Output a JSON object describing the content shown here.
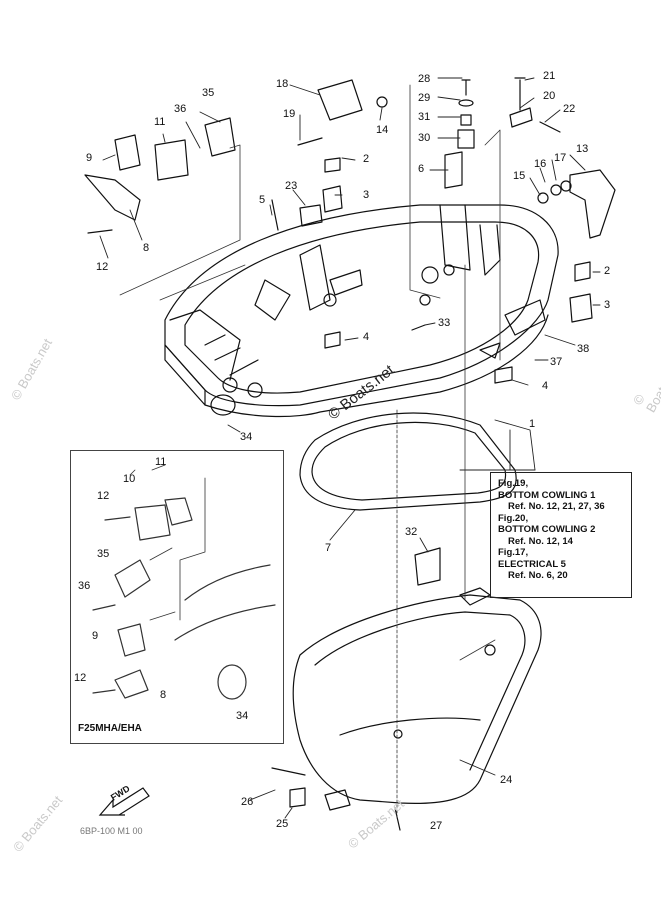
{
  "callouts": [
    {
      "n": "28"
    },
    {
      "n": "29"
    },
    {
      "n": "31"
    },
    {
      "n": "30"
    },
    {
      "n": "21"
    },
    {
      "n": "20"
    },
    {
      "n": "22"
    },
    {
      "n": "18"
    },
    {
      "n": "19"
    },
    {
      "n": "14"
    },
    {
      "n": "35"
    },
    {
      "n": "36"
    },
    {
      "n": "11"
    },
    {
      "n": "9"
    },
    {
      "n": "8"
    },
    {
      "n": "12"
    },
    {
      "n": "2"
    },
    {
      "n": "3"
    },
    {
      "n": "23"
    },
    {
      "n": "5"
    },
    {
      "n": "6"
    },
    {
      "n": "13"
    },
    {
      "n": "17"
    },
    {
      "n": "16"
    },
    {
      "n": "15"
    },
    {
      "n": "2"
    },
    {
      "n": "3"
    },
    {
      "n": "38"
    },
    {
      "n": "37"
    },
    {
      "n": "4"
    },
    {
      "n": "33"
    },
    {
      "n": "4"
    },
    {
      "n": "34"
    },
    {
      "n": "1"
    },
    {
      "n": "7"
    },
    {
      "n": "32"
    },
    {
      "n": "24"
    },
    {
      "n": "26"
    },
    {
      "n": "25"
    },
    {
      "n": "27"
    },
    {
      "n": "11"
    },
    {
      "n": "10"
    },
    {
      "n": "12"
    },
    {
      "n": "35"
    },
    {
      "n": "36"
    },
    {
      "n": "9"
    },
    {
      "n": "12"
    },
    {
      "n": "8"
    },
    {
      "n": "34"
    }
  ],
  "ref_box": {
    "line1": "Fig.19,",
    "line2": "BOTTOM COWLING 1",
    "line3": "Ref. No. 12, 21, 27, 36",
    "line4": "Fig.20,",
    "line5": "BOTTOM COWLING 2",
    "line6": "Ref. No. 12, 14",
    "line7": "Fig.17,",
    "line8": "ELECTRICAL 5",
    "line9": "Ref. No. 6, 20"
  },
  "inset_title": "F25MHA/EHA",
  "watermark": "© Boats.net",
  "fwd_label": "FWD",
  "diagram_code": "6BP-100 M1 00"
}
